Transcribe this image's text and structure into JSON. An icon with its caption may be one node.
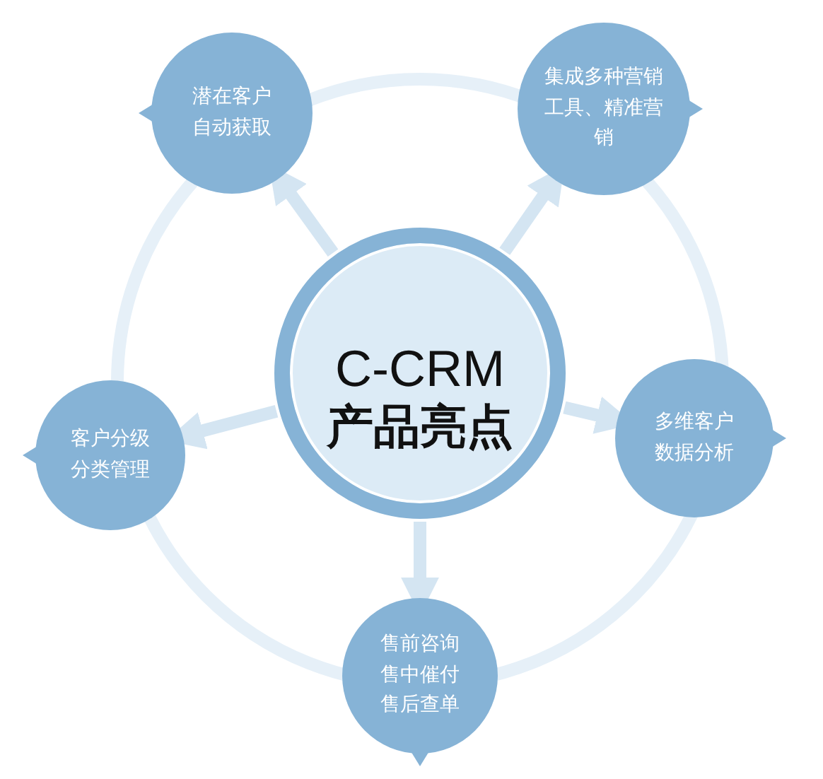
{
  "diagram": {
    "nodes": [
      {
        "text": [
          "C-CRM",
          "产品亮点"
        ]
      },
      {
        "text": [
          "潜在客户自动获取"
        ]
      },
      {
        "text": [
          "集成多种营销工具、精准营销"
        ]
      },
      {
        "text": [
          "多维客户数据分析"
        ]
      },
      {
        "text": [
          "售前咨询售中催付售后查单"
        ]
      },
      {
        "text": [
          "客户分级分类管理"
        ]
      }
    ],
    "edges": [
      {
        "from": 0,
        "to": 1,
        "arrow": "to"
      },
      {
        "from": 0,
        "to": 2,
        "arrow": "to"
      },
      {
        "from": 0,
        "to": 3,
        "arrow": "to"
      },
      {
        "from": 0,
        "to": 4,
        "arrow": "to"
      },
      {
        "from": 0,
        "to": 5,
        "arrow": "to"
      }
    ]
  }
}
